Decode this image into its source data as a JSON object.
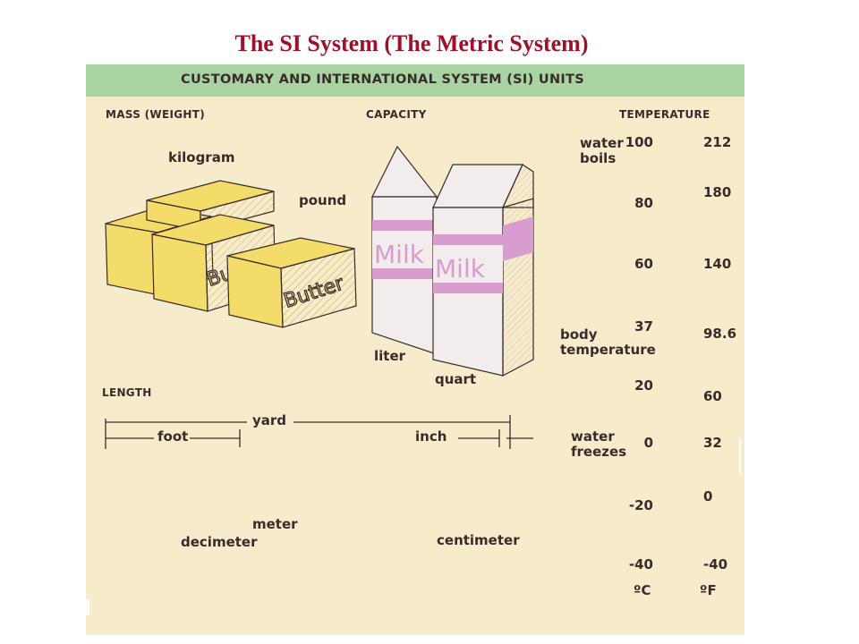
{
  "title": "The SI System (The Metric System)",
  "header": "CUSTOMARY AND INTERNATIONAL SYSTEM (SI) UNITS",
  "sections": {
    "mass": "MASS (WEIGHT)",
    "capacity": "CAPACITY",
    "temperature": "TEMPERATURE",
    "length": "LENGTH"
  },
  "mass": {
    "kilogram": "kilogram",
    "pound": "pound",
    "package_text": "Butter"
  },
  "capacity": {
    "carton_text": "Milk",
    "liter": "liter",
    "quart": "quart"
  },
  "length": {
    "yard": "yard",
    "foot": "foot",
    "inch": "inch",
    "meter": "meter",
    "decimeter": "decimeter",
    "centimeter": "centimeter"
  },
  "temperature": {
    "celsius_unit": "ºC",
    "fahrenheit_unit": "ºF",
    "water_boils": "water boils",
    "body_temperature_line1": "body",
    "body_temperature_line2": "temperature",
    "water_freezes_line1": "water",
    "water_freezes_line2": "freezes",
    "scale": [
      {
        "c": "100",
        "f": "212"
      },
      {
        "c": "80",
        "f": "180"
      },
      {
        "c": "60",
        "f": "140"
      },
      {
        "c": "37",
        "f": "98.6"
      },
      {
        "c": "20",
        "f": "60"
      },
      {
        "c": "0",
        "f": "32"
      },
      {
        "c": "-20",
        "f": "0"
      },
      {
        "c": "-40",
        "f": "-40"
      }
    ]
  },
  "colors": {
    "title": "#a0102a",
    "header_band": "#a8d4a4",
    "panel": "#f6eccb",
    "butter": "#f3dc6a",
    "milk_band": "#d99ccf",
    "ruler": "#f6c790",
    "mercury": "#5a3b36"
  }
}
